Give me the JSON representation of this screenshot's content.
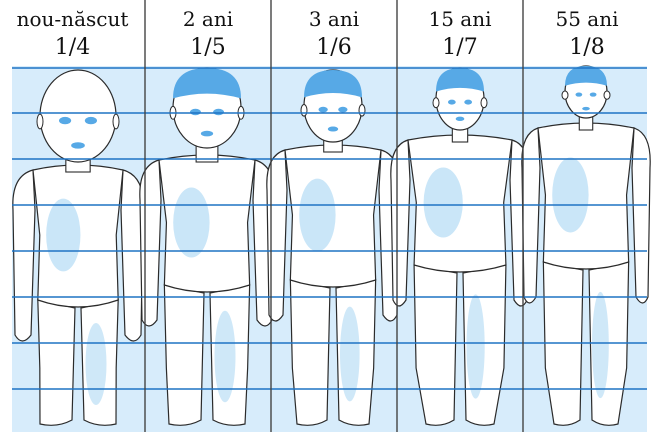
{
  "figure": {
    "columns": [
      {
        "age_label": "nou-născut",
        "ratio": "1/4"
      },
      {
        "age_label": "2 ani",
        "ratio": "1/5"
      },
      {
        "age_label": "3 ani",
        "ratio": "1/6"
      },
      {
        "age_label": "15 ani",
        "ratio": "1/7"
      },
      {
        "age_label": "55 ani",
        "ratio": "1/8"
      }
    ],
    "colors": {
      "grid_line": "#1f73c4",
      "grid_band": "#d7ecfb",
      "body_fill": "#ffffff",
      "shade": "#9fd2f2",
      "head_fill": "#57a9e6",
      "outline": "#2b2b2b",
      "divider": "#444444"
    }
  }
}
